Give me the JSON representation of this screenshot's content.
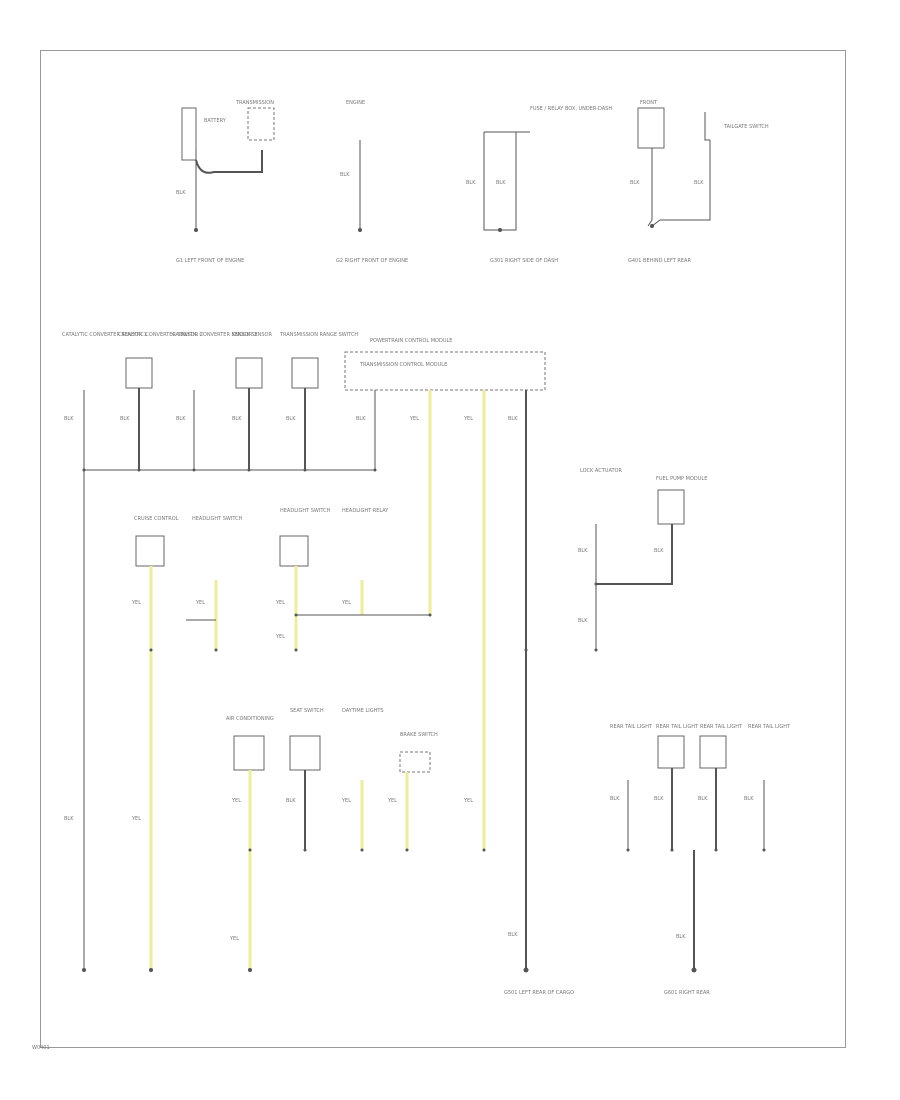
{
  "diagram": {
    "footer_code": "W0401",
    "top_components": {
      "transmission": "TRANSMISSION",
      "battery": "BATTERY",
      "engine": "ENGINE",
      "fuse_box_note": "FUSE / RELAY BOX, UNDER-DASH",
      "front_ground": "FRONT",
      "tailgate_note": "TAILGATE SWITCH"
    },
    "ground_labels": {
      "g1": "G1 LEFT FRONT OF ENGINE",
      "g2": "G2 RIGHT FRONT OF ENGINE",
      "g3": "G301 RIGHT SIDE OF DASH",
      "g4": "G401 BEHIND LEFT REAR",
      "g5": "G501 LEFT REAR OF CARGO",
      "g6": "G601 RIGHT REAR"
    },
    "pcm_label_top": "POWERTRAIN CONTROL MODULE",
    "pcm_label_bottom": "TRANSMISSION CONTROL MODULE",
    "mid_row": [
      "CATALYTIC CONVERTER SENSOR 1",
      "CATALYTIC CONVERTER SENSOR 2",
      "CATALYTIC CONVERTER SENSOR 3",
      "KNOCK SENSOR",
      "TRANSMISSION RANGE SWITCH"
    ],
    "lower_row": [
      "CRUISE CONTROL",
      "HEADLIGHT SWITCH",
      "HEADLIGHT SWITCH",
      "HEADLIGHT RELAY"
    ],
    "right_group": [
      "LOCK ACTUATOR",
      "FUEL PUMP MODULE"
    ],
    "bottom_row": [
      "AIR CONDITIONING",
      "SEAT SWITCH",
      "DAYTIME LIGHTS",
      "BRAKE SWITCH"
    ],
    "rear_row": [
      "REAR TAIL LIGHT",
      "REAR TAIL LIGHT",
      "REAR TAIL LIGHT",
      "REAR TAIL LIGHT"
    ],
    "wire_black": "BLK",
    "wire_yel": "YEL"
  }
}
